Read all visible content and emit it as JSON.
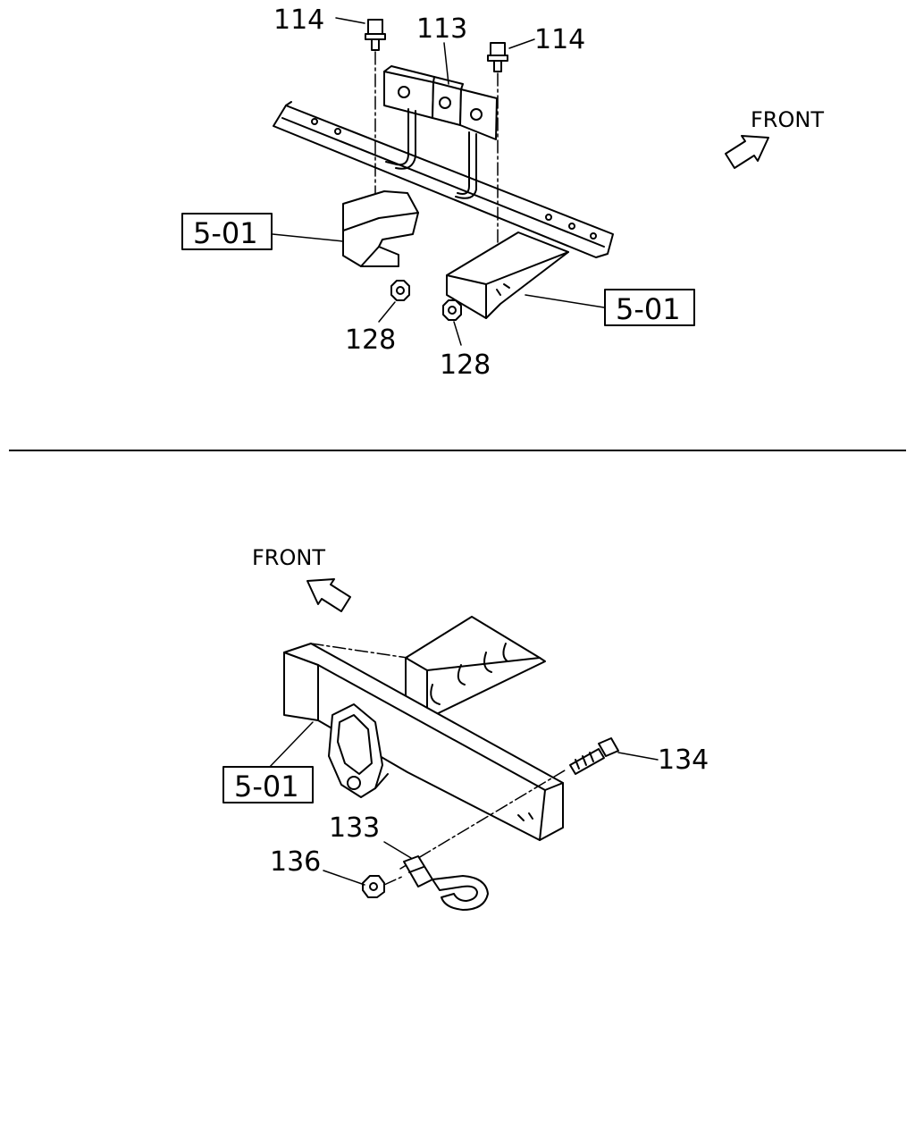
{
  "colors": {
    "line": "#000000",
    "background": "#ffffff"
  },
  "top": {
    "front": "FRONT",
    "labels": {
      "bolt_left": "114",
      "bolt_right": "114",
      "bracket": "113",
      "nut_left": "128",
      "nut_right": "128"
    },
    "ref_left": "5-01",
    "ref_right": "5-01"
  },
  "bottom": {
    "front": "FRONT",
    "labels": {
      "bolt": "134",
      "hook": "133",
      "nut": "136"
    },
    "ref": "5-01"
  }
}
